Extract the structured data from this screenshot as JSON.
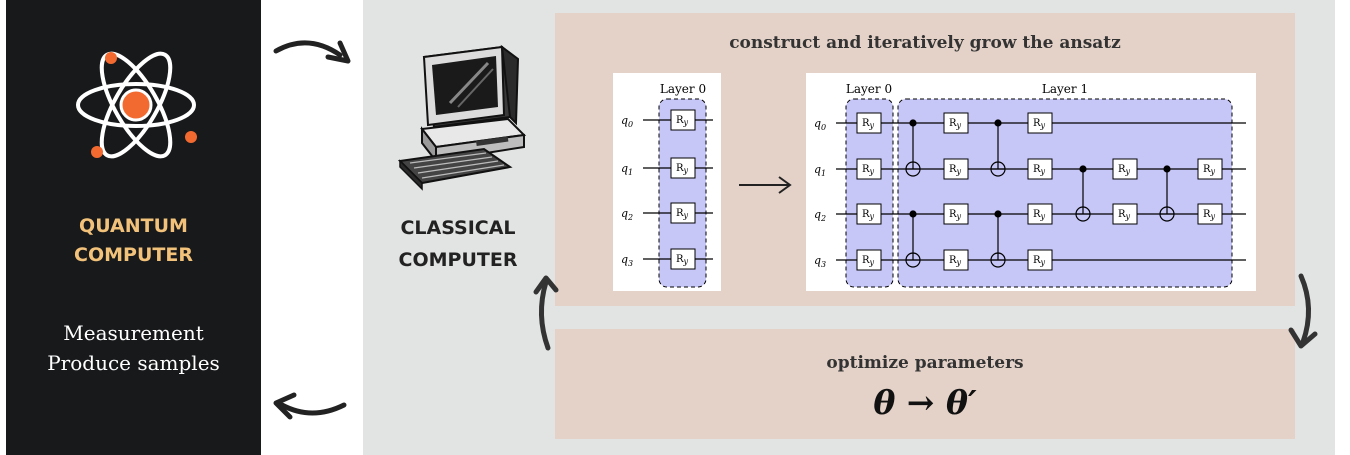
{
  "quantum": {
    "title_line1": "QUANTUM",
    "title_line2": "COMPUTER",
    "subtitle_line1": "Measurement",
    "subtitle_line2": "Produce samples",
    "icon": "atom-icon",
    "accent": "#f3c27a",
    "nucleus_color": "#f26a30"
  },
  "classical": {
    "title_line1": "CLASSICAL",
    "title_line2": "COMPUTER",
    "icon": "computer-icon"
  },
  "ansatz": {
    "title": "construct and iteratively grow the ansatz",
    "qubits": [
      "q0",
      "q1",
      "q2",
      "q3"
    ],
    "gate_label": "R",
    "gate_sub": "y",
    "small_circuit": {
      "layer_labels": [
        "Layer 0"
      ]
    },
    "large_circuit": {
      "layer_labels": [
        "Layer 0",
        "Layer 1"
      ]
    },
    "layer_color": "#c7c7f7"
  },
  "optimize": {
    "title": "optimize parameters",
    "equation": "θ → θ′"
  },
  "colors": {
    "quantum_panel": "#17191b",
    "classical_panel": "#e2e3e3",
    "box_fill": "#e4d2c8"
  }
}
